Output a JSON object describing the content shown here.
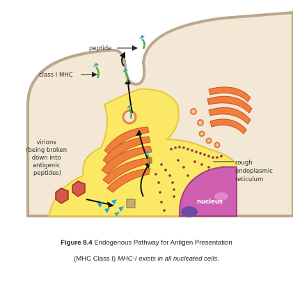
{
  "labels": {
    "peptide": "peptide",
    "mhc": "class I MHC",
    "virions": [
      "virions",
      "(being broken",
      "down into",
      "antigenic",
      "peptides)"
    ],
    "rer": [
      "rough",
      "endoplasmic",
      "reticulum"
    ],
    "nucleus": "nucleus"
  },
  "caption": {
    "figure_number": "Figure 8.4",
    "title": "Endogenous Pathway for Antigen Presentation",
    "line2_plain": "(MHC Class I) ",
    "line2_italic": "MHC-I exists in all nucleated cells."
  },
  "colors": {
    "cytoplasm": "#f3e7d6",
    "membrane": "#bca68c",
    "golgi": "#f07e3c",
    "er": "#fbe966",
    "nucleus": "#cf5fb0",
    "mhc": "#55a83d",
    "peptide_cyan": "#2d9fd2",
    "virion": "#d6574b"
  }
}
